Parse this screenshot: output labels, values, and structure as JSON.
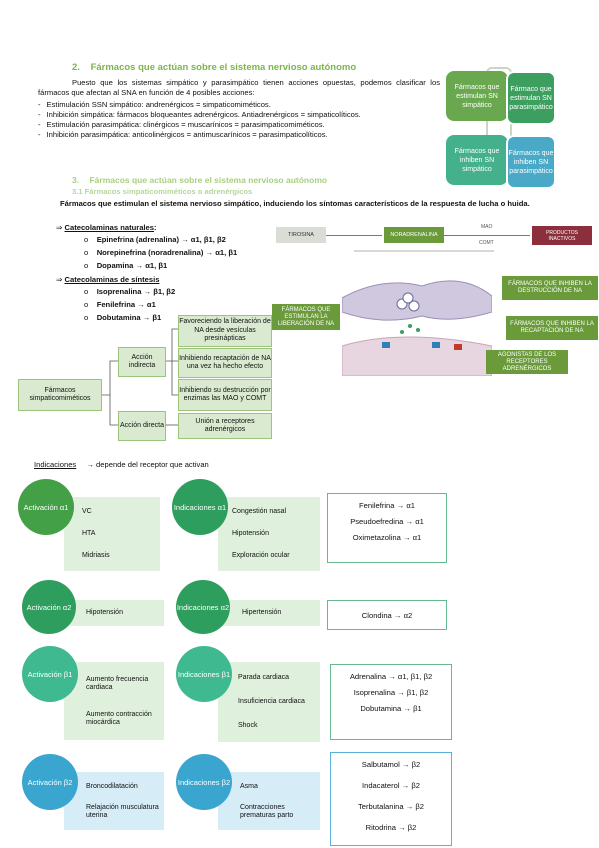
{
  "section2": {
    "num": "2.",
    "title": "Fármacos que actúan sobre el sistema nervioso autónomo",
    "intro": "Puesto que los sistemas simpático y parasimpático tienen acciones opuestas, podemos clasificar los fármacos que afectan al SNA en función de 4 posibles acciones:",
    "bullets": [
      "Estimulación SSN simpático: andrenérgicos = simpaticomiméticos.",
      "Inhibición simpática: fármacos bloqueantes adrenérgicos. Antiadrenérgicos = simpaticolíticos.",
      "Estimulación parasimpática: clinérgicos = muscarínicos = parasimpaticomiméticos.",
      "Inhibición parasimpática: anticolinérgicos = antimuscarínicos = parasimpaticolíticos."
    ]
  },
  "quad": {
    "tl": "Fármacos que estimulan SN simpático",
    "tr": "Fármaco que estimulan SN parasimpático",
    "bl": "Fármacos que inhiben SN simpático",
    "br": "Fármacos que inhiben SN parasimpático",
    "colors": {
      "tl": "#6aa84f",
      "tr": "#3c9e5f",
      "bl": "#45b08c",
      "br": "#49a9c6"
    }
  },
  "section3": {
    "num": "3.",
    "title": "Fármacos que actúan sobre el sistema nervioso autónomo",
    "sub": "3.1  Fármacos simpaticomiméticos o adrenérgicos",
    "intro": "Fármacos que estimulan el sistema nervioso simpático, induciendo los síntomas característicos de la respuesta de lucha o huida.",
    "nat_title": "Catecolaminas naturales",
    "nat_items": [
      "Epinefrina (adrenalina) → α1, β1, β2",
      "Norepinefrina (noradrenalina) → α1, β1",
      "Dopamina → α1, β1"
    ],
    "syn_title": "Catecolaminas de síntesis",
    "syn_items": [
      "Isoprenalina → β1, β2",
      "Fenilefrina → α1",
      "Dobutamina → β1"
    ]
  },
  "pathway": {
    "a": "TIROSINA",
    "b": "NORADRENALINA",
    "c": "PRODUCTOS INACTIVOS",
    "mao": "MAO",
    "comt": "COMT"
  },
  "synapse": {
    "left": "FÁRMACOS QUE ESTIMULAN LA LIBERACIÓN DE NA",
    "r1": "FÁRMACOS QUE INHIBEN LA DESTRUCCIÓN DE NA",
    "r2": "FÁRMACOS QUE INHIBEN LA RECAPTACIÓN DE NA",
    "r3": "AGONISTAS DE LOS RECEPTORES ADRENÉRGICOS"
  },
  "tree": {
    "root": "Fármacos simpaticomiméticos",
    "indirect": "Acción indirecta",
    "direct": "Acción directa",
    "ind1": "Favoreciendo la liberación de NA desde vesículas presinápticas",
    "ind2": "Inhibiendo recaptación de NA una vez ha hecho efecto",
    "ind3": "Inhibiendo su destrucción por enzimas las MAO y COMT",
    "dir1": "Unión a receptores adrenérgicos"
  },
  "indic": {
    "label": "Indicaciones",
    "rest": "→ depende del receptor que activan"
  },
  "rows": [
    {
      "act": "Activación α1",
      "act_items": [
        "VC",
        "HTA",
        "Midriasis"
      ],
      "ind": "Indicaciones α1",
      "ind_items": [
        "Congestión nasal",
        "Hipotensión",
        "Exploración ocular"
      ],
      "drugs": [
        "Fenilefrina → α1",
        "Pseudoefredina → α1",
        "Oximetazolina → α1"
      ]
    },
    {
      "act": "Activación α2",
      "act_items": [
        "Hipotensión"
      ],
      "ind": "Indicaciones α2",
      "ind_items": [
        "Hipertensión"
      ],
      "drugs": [
        "Clondina → α2"
      ]
    },
    {
      "act": "Activación β1",
      "act_items": [
        "Aumento frecuencia cardiaca",
        "Aumento contracción miocárdica"
      ],
      "ind": "Indicaciones β1",
      "ind_items": [
        "Parada cardiaca",
        "Insuficiencia cardiaca",
        "Shock"
      ],
      "drugs": [
        "Adrenalina → α1, β1, β2",
        "Isoprenalina → β1, β2",
        "Dobutamina → β1"
      ]
    },
    {
      "act": "Activación β2",
      "act_items": [
        "Broncodilatación",
        "Relajación musculatura uterina"
      ],
      "ind": "Indicaciones β2",
      "ind_items": [
        "Asma",
        "Contracciones prematuras parto"
      ],
      "drugs": [
        "Salbutamol → β2",
        "Indacaterol → β2",
        "Terbutalanina → β2",
        "Ritodrina → β2"
      ]
    }
  ],
  "colors": {
    "a1": "#43a047",
    "a2": "#2e9e5e",
    "b1": "#3fb98f",
    "b2": "#3aa6cf",
    "lightgreen": "#dff0dc",
    "lightblue": "#d6ecf7"
  }
}
